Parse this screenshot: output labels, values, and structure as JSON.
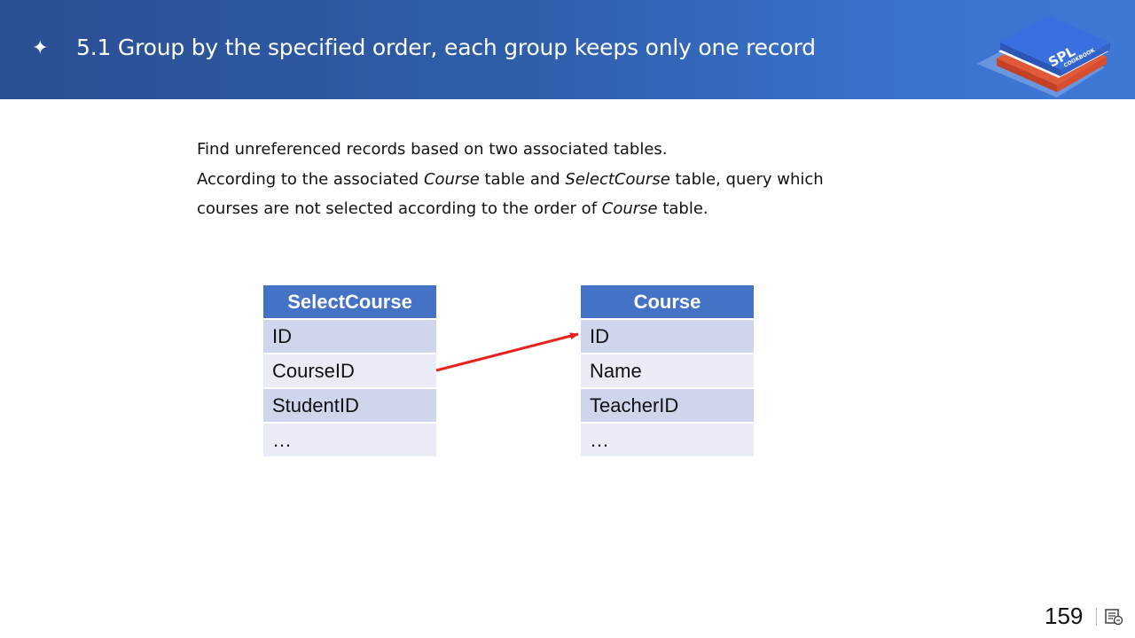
{
  "header": {
    "star_glyph": "✦",
    "title": "5.1 Group by the specified order, each group keeps only one record",
    "logo_text": "SPL",
    "logo_subtext": "COOKBOOK"
  },
  "description": {
    "line1": "Find unreferenced records based on two associated tables.",
    "line2_a": "According to the associated ",
    "line2_b": "Course",
    "line2_c": " table and ",
    "line2_d": "SelectCourse",
    "line2_e": " table, query which",
    "line3_a": "courses are not selected according to the order of ",
    "line3_b": "Course",
    "line3_c": " table."
  },
  "select_course_table": {
    "header": "SelectCourse",
    "rows": [
      "ID",
      "CourseID",
      "StudentID",
      "…"
    ]
  },
  "course_table": {
    "header": "Course",
    "rows": [
      "ID",
      "Name",
      "TeacherID",
      "…"
    ]
  },
  "relation": {
    "from": "CourseID",
    "to": "ID",
    "color": "#e8211c"
  },
  "footer": {
    "page_number": "159",
    "icon": "notes-icon"
  },
  "colors": {
    "header_dark": "#2a4f94",
    "header_light": "#3e78d6",
    "table_header": "#4472c4",
    "row_dark": "#cfd5ea",
    "row_light": "#e9ebf5"
  }
}
